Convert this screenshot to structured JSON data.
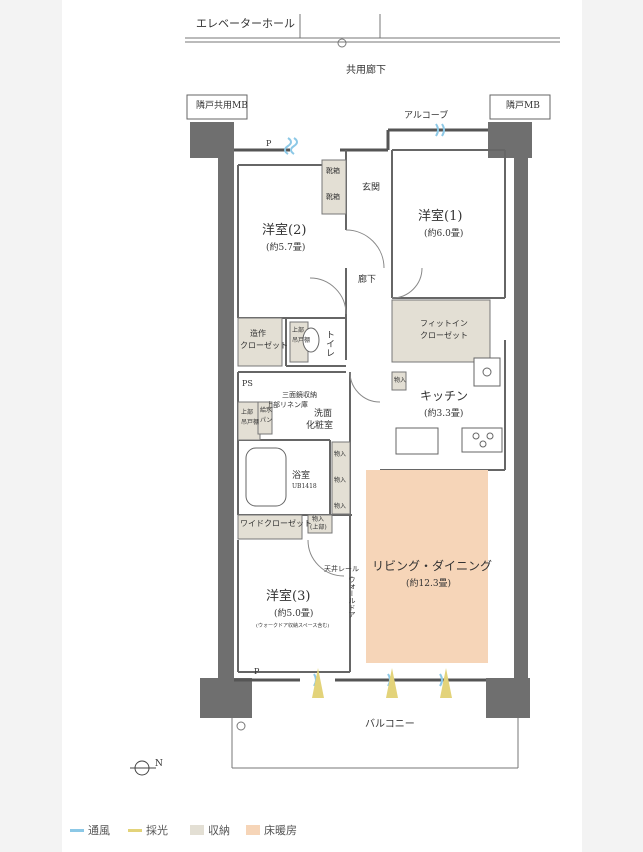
{
  "corridor": {
    "elevator_hall": "エレベーターホール",
    "common_corridor": "共用廊下",
    "alcove": "アルコーブ",
    "mb_left": "隣戸共用MB",
    "mb_right": "隣戸MB",
    "balcony": "バルコニー"
  },
  "rooms": {
    "western2": {
      "name": "洋室(2)",
      "size": "(約5.7畳)"
    },
    "western1": {
      "name": "洋室(1)",
      "size": "(約6.0畳)"
    },
    "western3": {
      "name": "洋室(3)",
      "size": "(約5.0畳)",
      "note": "(ウォークドア収納スペース含む)"
    },
    "kitchen": {
      "name": "キッチン",
      "size": "(約3.3畳)"
    },
    "living": {
      "name": "リビング・ダイニング",
      "size": "(約12.3畳)"
    },
    "entrance": "玄関",
    "hallway": "廊下",
    "toilet": "トイレ",
    "washroom": [
      "洗面",
      "化粧室"
    ],
    "bath": "浴室",
    "bath_size": "UB1418",
    "fit_in_closet": [
      "フィットイン",
      "クローゼット"
    ],
    "built_closet": [
      "造作",
      "クローゼット"
    ],
    "wide_closet": "ワイドクローゼット",
    "linen": "上部リネン庫",
    "triple_storage": "三面鏡収納",
    "toilet_upper_storage": [
      "上部",
      "吊戸棚"
    ],
    "water_heater": [
      "給水",
      "パン"
    ],
    "upper_cabinet": [
      "上部",
      "吊戸棚"
    ],
    "shoes1": "靴箱",
    "shoes2": "靴箱",
    "storage": "物入",
    "storage_upper": [
      "物入",
      "(上部)"
    ],
    "ps": "PS",
    "p": "P",
    "ceiling_rail": "天井レール",
    "wall_door": "ウォールドア"
  },
  "legend": [
    {
      "label": "通風",
      "color": "#8cc8e6"
    },
    {
      "label": "採光",
      "color": "#e3d37a"
    },
    {
      "label": "収納",
      "color": "#e3dfd4"
    },
    {
      "label": "床暖房",
      "color": "#f6d5b8"
    }
  ],
  "colors": {
    "storage": "#e3dfd4",
    "floor_heating": "#f6d5b8",
    "wall": "#6a6a6a",
    "line": "#555555"
  },
  "compass": "N"
}
